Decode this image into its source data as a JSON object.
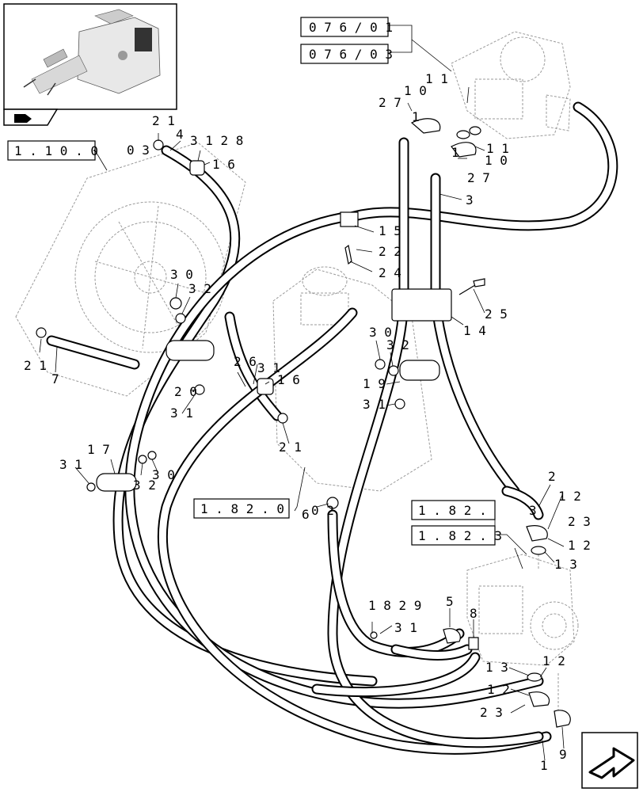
{
  "references": {
    "r076_01": "0 7 6 / 0 1",
    "r076_03": "0 7 6 / 0 3",
    "r110": "1 . 1 0 . 0",
    "r182_left": "1 . 8 2 . 0",
    "r182_a": "1 . 8 2 .",
    "r182_b": "1 . 8 2 . 3"
  },
  "callouts": {
    "c_21_top": "2 1",
    "c_4": "4",
    "c_03": "0 3",
    "c_3_128": "3 1 2 8",
    "c_16_top": "1 6",
    "c_11_a": "1 1",
    "c_10_a": "1 0",
    "c_27_a": "2 7",
    "c_1_top": "1",
    "c_11_b": "1 1",
    "c_10_b": "1 0",
    "c_1_b": "1",
    "c_27_b": "2 7",
    "c_3_top": "3",
    "c_15": "1 5",
    "c_22": "2 2",
    "c_24": "2 4",
    "c_25": "2 5",
    "c_14": "1 4",
    "c_30_left": "3 0",
    "c_32_left": "3 2",
    "c_21_left": "2 1",
    "c_7": "7",
    "c_26": "2 6",
    "c_31_mid": "3 1",
    "c_16_mid": "1 6",
    "c_20": "2 0",
    "c_31_left": "3 1",
    "c_30_right": "3 0",
    "c_32_right": "3 2",
    "c_19": "1 9",
    "c_31_right": "3 1",
    "c_21_mid": "2 1",
    "c_31_bl": "3 1",
    "c_17": "1 7",
    "c_32_bl": "3 2",
    "c_30_bl": "3 0",
    "c_6": "6",
    "c_02": "0 2",
    "c_2": "2",
    "c_3_r": "3",
    "c_12_a": "1 2",
    "c_23_a": "2 3",
    "c_12_b": "1 2",
    "c_13_a": "1 3",
    "c_1829": "1 8 2 9",
    "c_31_low": "3 1",
    "c_5": "5",
    "c_8": "8",
    "c_13_b": "1 3",
    "c_12_c": "1 2",
    "c_12_d": "1 2",
    "c_23_b": "2 3",
    "c_1_bottom": "1",
    "c_9": "9"
  },
  "icons": [
    "tractor-thumbnail-icon",
    "assembly-arrow-icon",
    "next-page-arrow-icon"
  ],
  "colors": {
    "line": "#000000",
    "ghost": "#9a9a9a",
    "background": "#ffffff"
  }
}
